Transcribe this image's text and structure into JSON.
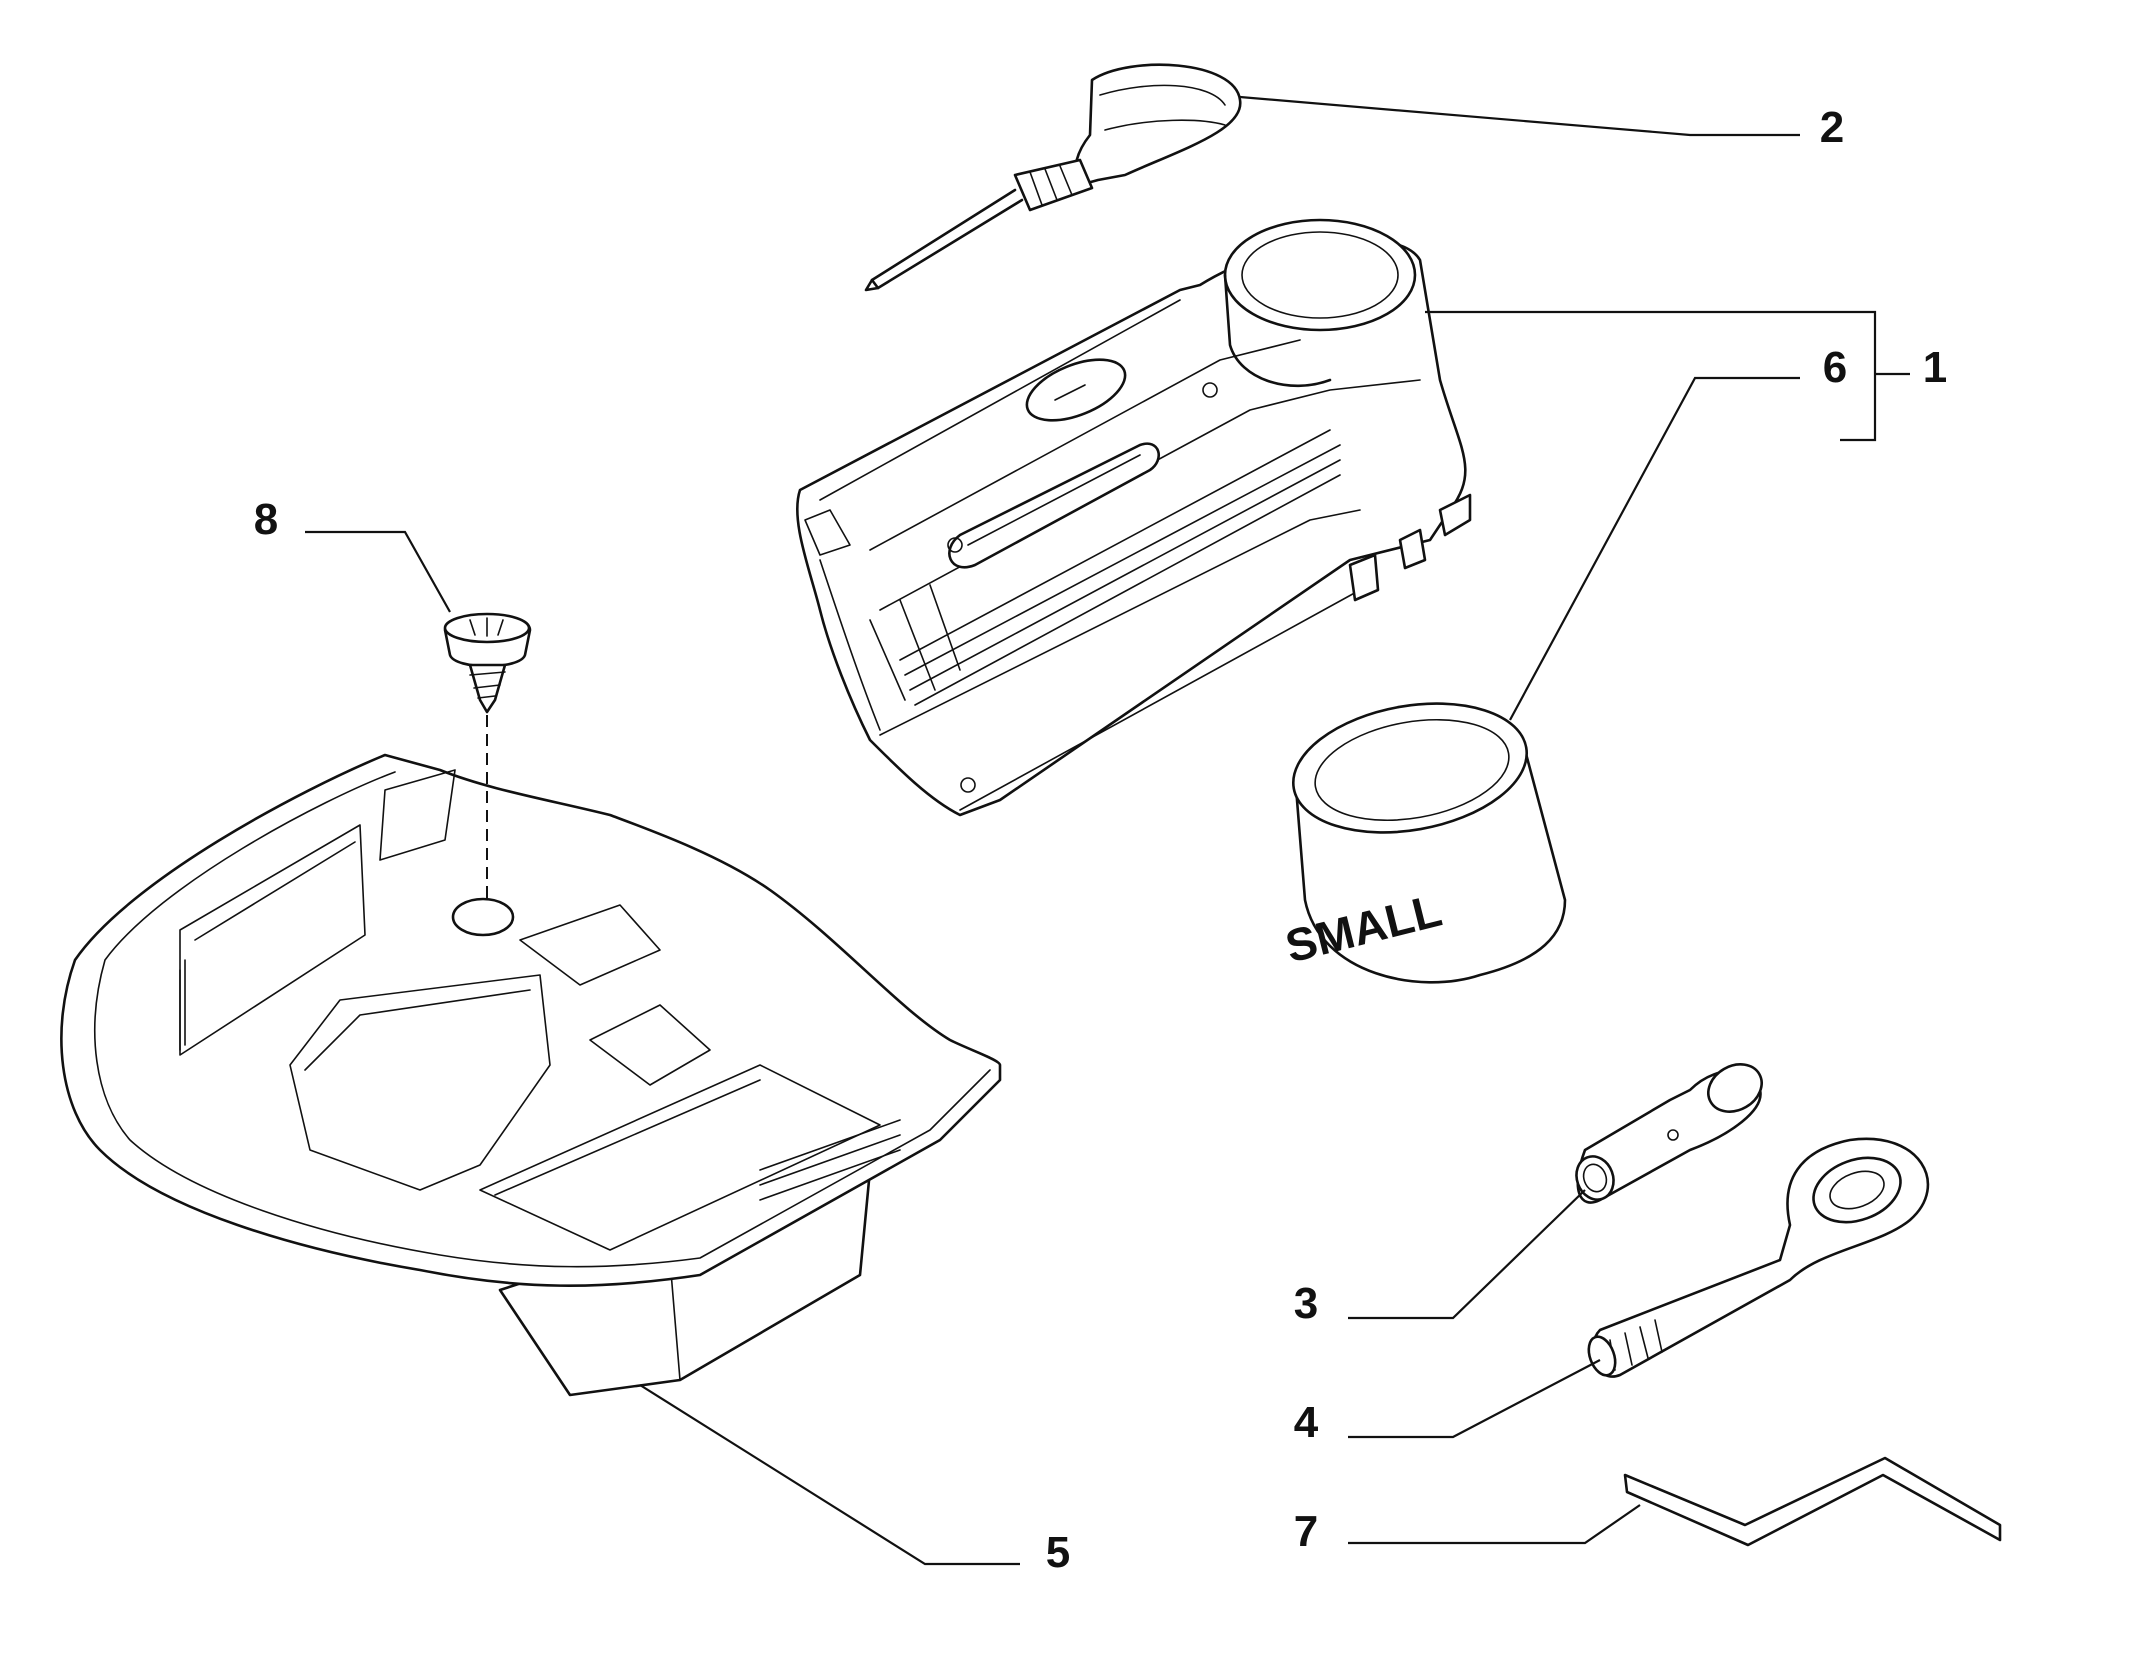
{
  "callouts": {
    "c1": "1",
    "c2": "2",
    "c3": "3",
    "c4": "4",
    "c5": "5",
    "c6": "6",
    "c7": "7",
    "c8": "8"
  },
  "parts": {
    "canister_label": "SMALL"
  }
}
